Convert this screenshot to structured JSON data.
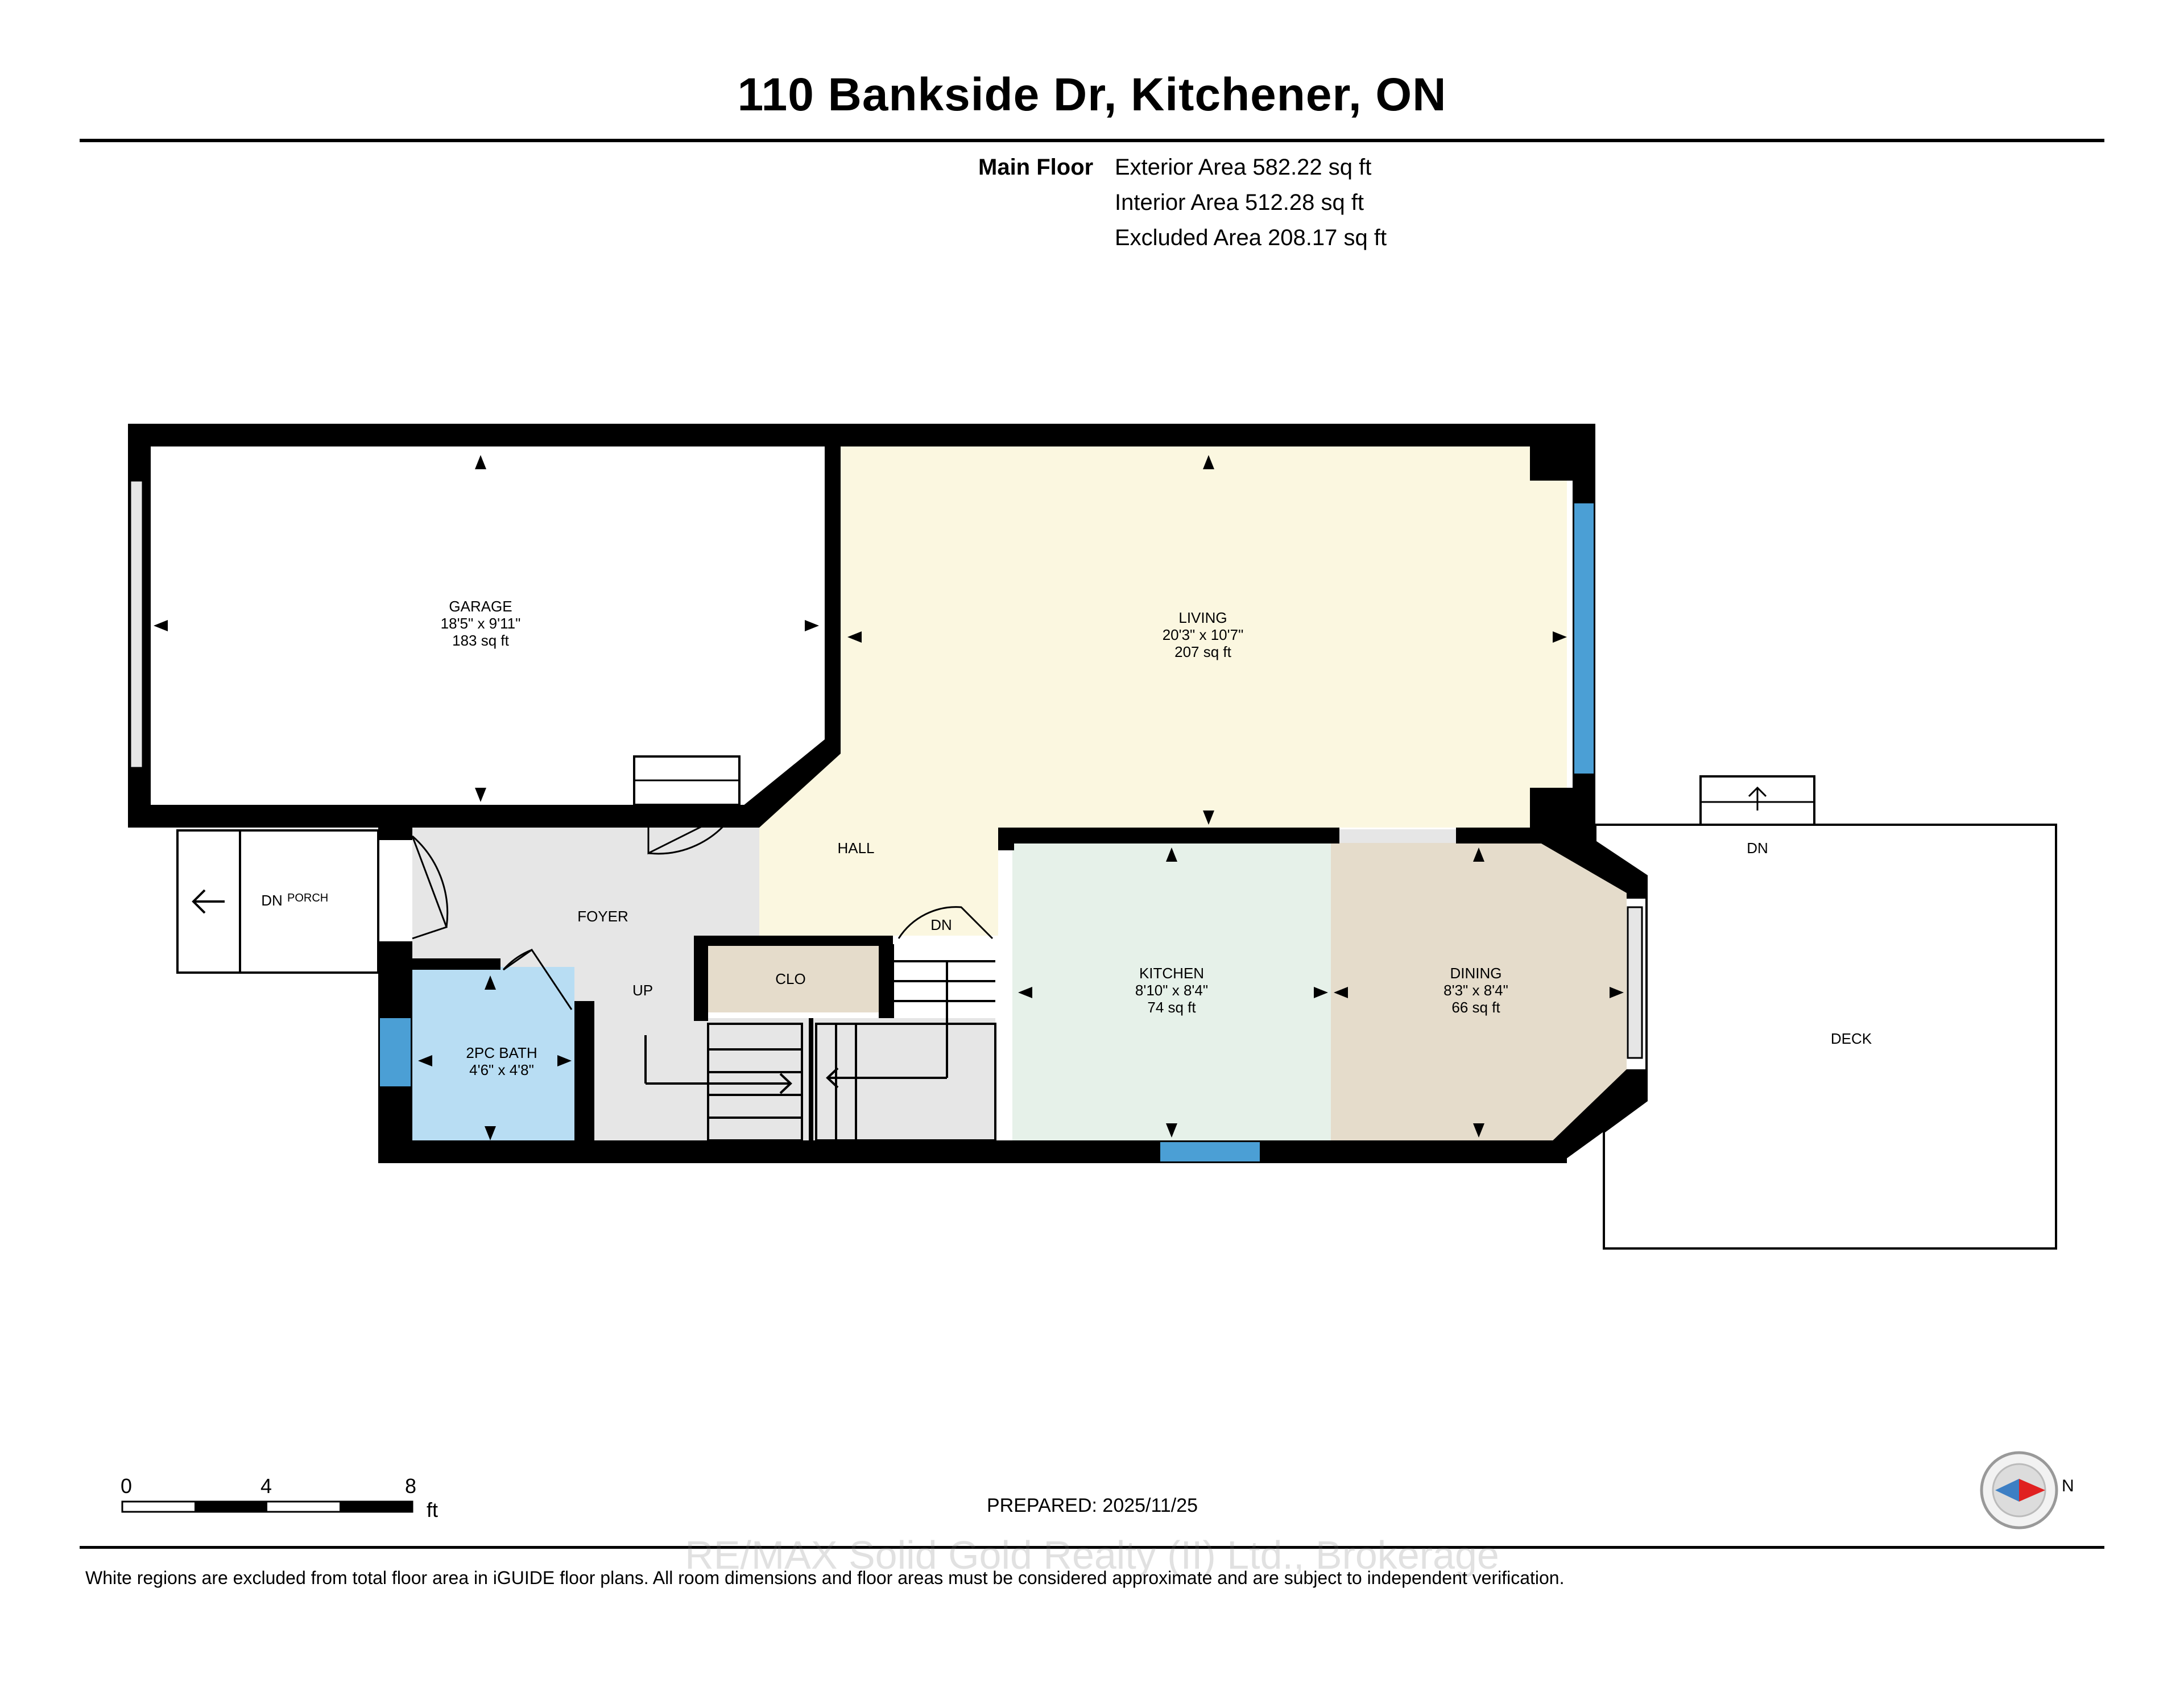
{
  "title": "110 Bankside Dr, Kitchener, ON",
  "floor": {
    "name": "Main Floor",
    "exterior_area": "Exterior Area 582.22 sq ft",
    "interior_area": "Interior Area 512.28 sq ft",
    "excluded_area": "Excluded Area 208.17 sq ft"
  },
  "rooms": {
    "garage": {
      "name": "GARAGE",
      "dims": "18'5\" x 9'11\"",
      "area": "183 sq ft"
    },
    "living": {
      "name": "LIVING",
      "dims": "20'3\" x 10'7\"",
      "area": "207 sq ft"
    },
    "kitchen": {
      "name": "KITCHEN",
      "dims": "8'10\" x 8'4\"",
      "area": "74 sq ft"
    },
    "dining": {
      "name": "DINING",
      "dims": "8'3\" x 8'4\"",
      "area": "66 sq ft"
    },
    "bath": {
      "name": "2PC BATH",
      "dims": "4'6\" x 4'8\""
    },
    "hall": "HALL",
    "foyer": "FOYER",
    "clo": "CLO",
    "up": "UP",
    "dn_stair": "DN",
    "dn_porch": "DN",
    "porch": "PORCH",
    "deck": "DECK",
    "dn_deck": "DN"
  },
  "colors": {
    "wall": "#000000",
    "living": "#fbf7e0",
    "kitchen": "#e6f1e9",
    "dining": "#e5dccb",
    "bath": "#b8ddf3",
    "foyer": "#e6e6e6",
    "clo": "#e5dccb",
    "window": "#4b9fd5"
  },
  "scale": {
    "zero": "0",
    "four": "4",
    "eight": "8",
    "unit": "ft"
  },
  "compass_label": "N",
  "prepared": "PREPARED: 2025/11/25",
  "watermark": "RE/MAX Solid Gold Realty (II) Ltd., Brokerage",
  "disclaimer": "White regions are excluded from total floor area in iGUIDE floor plans. All room dimensions and floor areas must be considered approximate and are subject to independent verification."
}
